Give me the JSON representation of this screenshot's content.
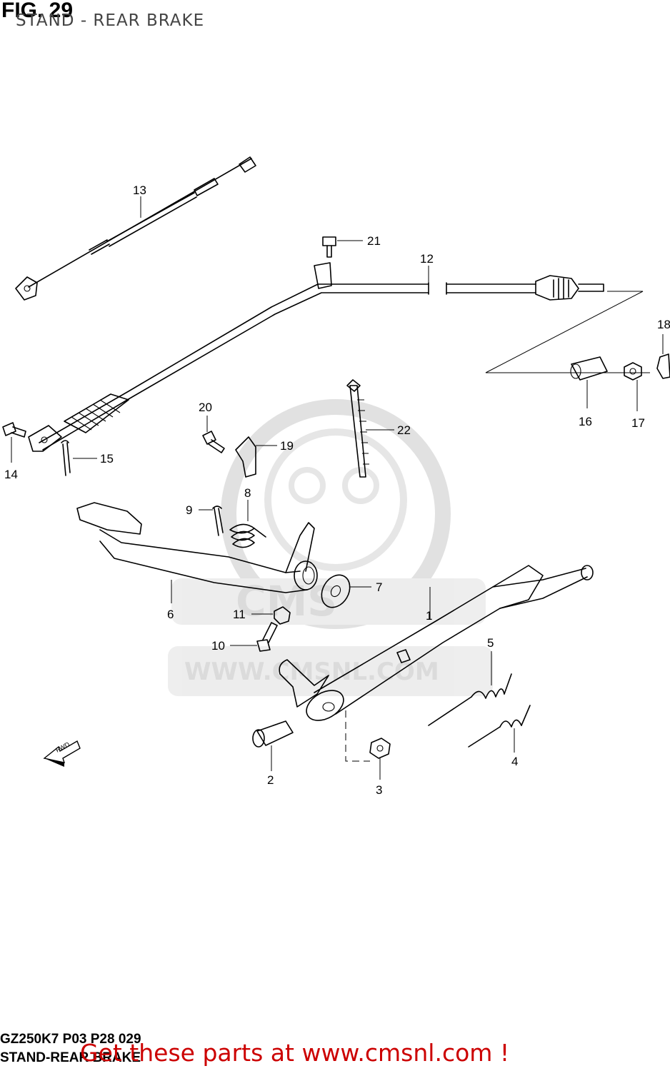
{
  "header": {
    "figure_number": "FIG. 29",
    "subtitle": "STAND - REAR BRAKE"
  },
  "watermark": {
    "brand": "CMS",
    "url": "WWW.CMSNL.COM"
  },
  "direction_arrow_label": "FWD",
  "parts": [
    {
      "id": "1"
    },
    {
      "id": "2"
    },
    {
      "id": "3"
    },
    {
      "id": "4"
    },
    {
      "id": "5"
    },
    {
      "id": "6"
    },
    {
      "id": "7"
    },
    {
      "id": "8"
    },
    {
      "id": "9"
    },
    {
      "id": "10"
    },
    {
      "id": "11"
    },
    {
      "id": "12"
    },
    {
      "id": "13"
    },
    {
      "id": "14"
    },
    {
      "id": "15"
    },
    {
      "id": "16"
    },
    {
      "id": "17"
    },
    {
      "id": "18"
    },
    {
      "id": "19"
    },
    {
      "id": "20"
    },
    {
      "id": "21"
    },
    {
      "id": "22"
    }
  ],
  "footer": {
    "code_line_1": "GZ250K7 P03 P28 029",
    "code_line_2": "STAND-REAR BRAKE",
    "promo": "Get these parts at www.cmsnl.com !"
  }
}
